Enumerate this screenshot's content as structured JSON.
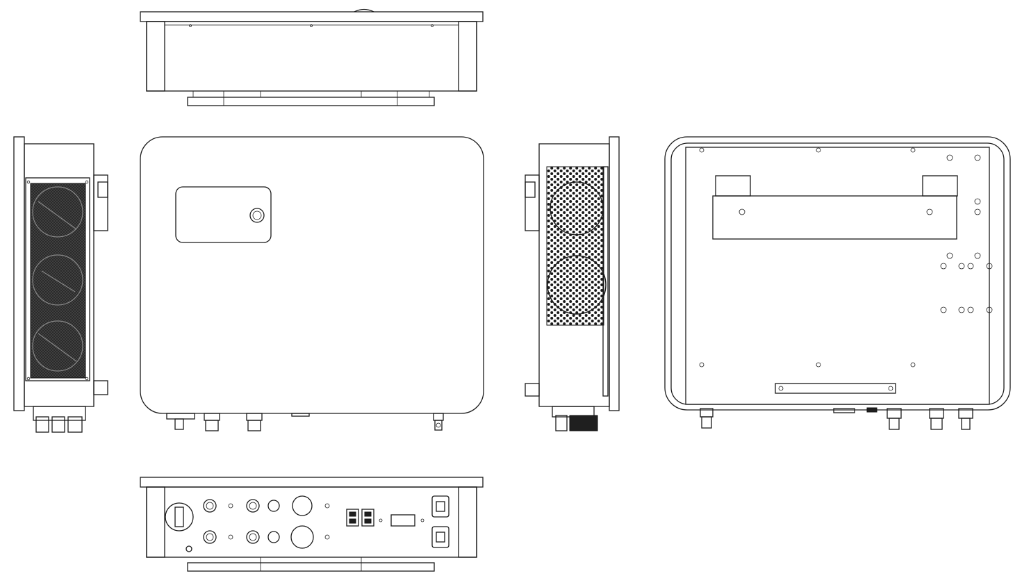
{
  "colors": {
    "line": "#1a1a1a",
    "fill_dark": "#1f1f1f",
    "background": "#ffffff"
  },
  "views": {
    "top": {
      "name": "top-view"
    },
    "left_side": {
      "name": "left-side-view",
      "fans": 3
    },
    "front": {
      "name": "front-view"
    },
    "right_side": {
      "name": "right-side-view",
      "fans": 2
    },
    "rear": {
      "name": "rear-view"
    },
    "bottom": {
      "name": "bottom-view",
      "connector_ports": 14
    }
  }
}
